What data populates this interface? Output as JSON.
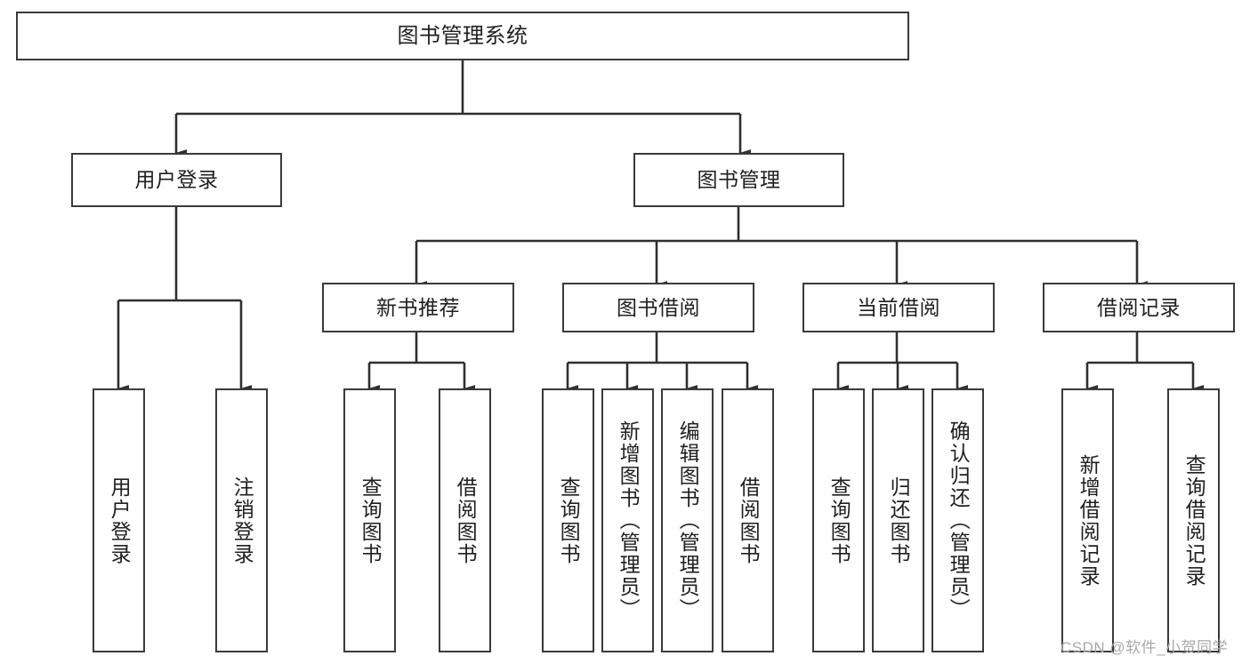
{
  "diagram": {
    "title": "图书管理系统",
    "type": "功能结构图",
    "colors": {
      "background": "#ffffff",
      "node_border": "#3a3a3a",
      "node_fill": "#ffffff",
      "edge": "#2f2f2f",
      "watermark": "#a9a9a9"
    },
    "root": {
      "label": "图书管理系统"
    },
    "level2": [
      {
        "label": "用户登录"
      },
      {
        "label": "图书管理"
      }
    ],
    "level3": [
      {
        "label": "新书推荐"
      },
      {
        "label": "图书借阅"
      },
      {
        "label": "当前借阅"
      },
      {
        "label": "借阅记录"
      }
    ],
    "leaves": {
      "user_login": [
        {
          "label": "用户登录"
        },
        {
          "label": "注销登录"
        }
      ],
      "new_book_recommend": [
        {
          "label": "查询图书"
        },
        {
          "label": "借阅图书"
        }
      ],
      "book_borrow": [
        {
          "label": "查询图书"
        },
        {
          "label": "新增图书（管理员）"
        },
        {
          "label": "编辑图书（管理员）"
        },
        {
          "label": "借阅图书"
        }
      ],
      "current_borrow": [
        {
          "label": "查询图书"
        },
        {
          "label": "归还图书"
        },
        {
          "label": "确认归还（管理员）"
        }
      ],
      "borrow_record": [
        {
          "label": "新增借阅记录"
        },
        {
          "label": "查询借阅记录"
        }
      ]
    },
    "watermark": "CSDN @软件_小贺同学"
  }
}
